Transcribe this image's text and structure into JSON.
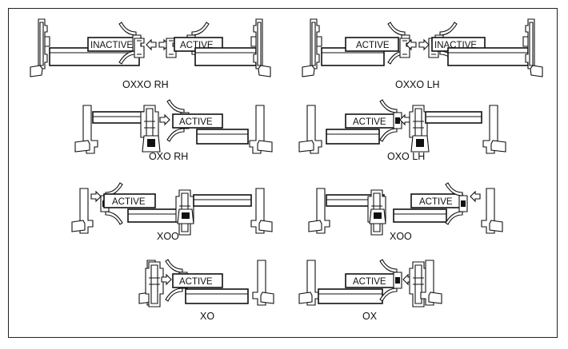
{
  "panels": [
    {
      "caption": "OXXO RH",
      "tags": [
        "INACTIVE",
        "ACTIVE"
      ]
    },
    {
      "caption": "OXXO LH",
      "tags": [
        "ACTIVE",
        "INACTIVE"
      ]
    },
    {
      "caption": "OXO RH",
      "tags": [
        "ACTIVE"
      ]
    },
    {
      "caption": "OXO LH",
      "tags": [
        "ACTIVE"
      ]
    },
    {
      "caption": "XOO",
      "tags": [
        "ACTIVE"
      ]
    },
    {
      "caption": "XOO",
      "tags": [
        "ACTIVE"
      ]
    },
    {
      "caption": "XO",
      "tags": [
        "ACTIVE"
      ]
    },
    {
      "caption": "OX",
      "tags": [
        "ACTIVE"
      ]
    }
  ]
}
